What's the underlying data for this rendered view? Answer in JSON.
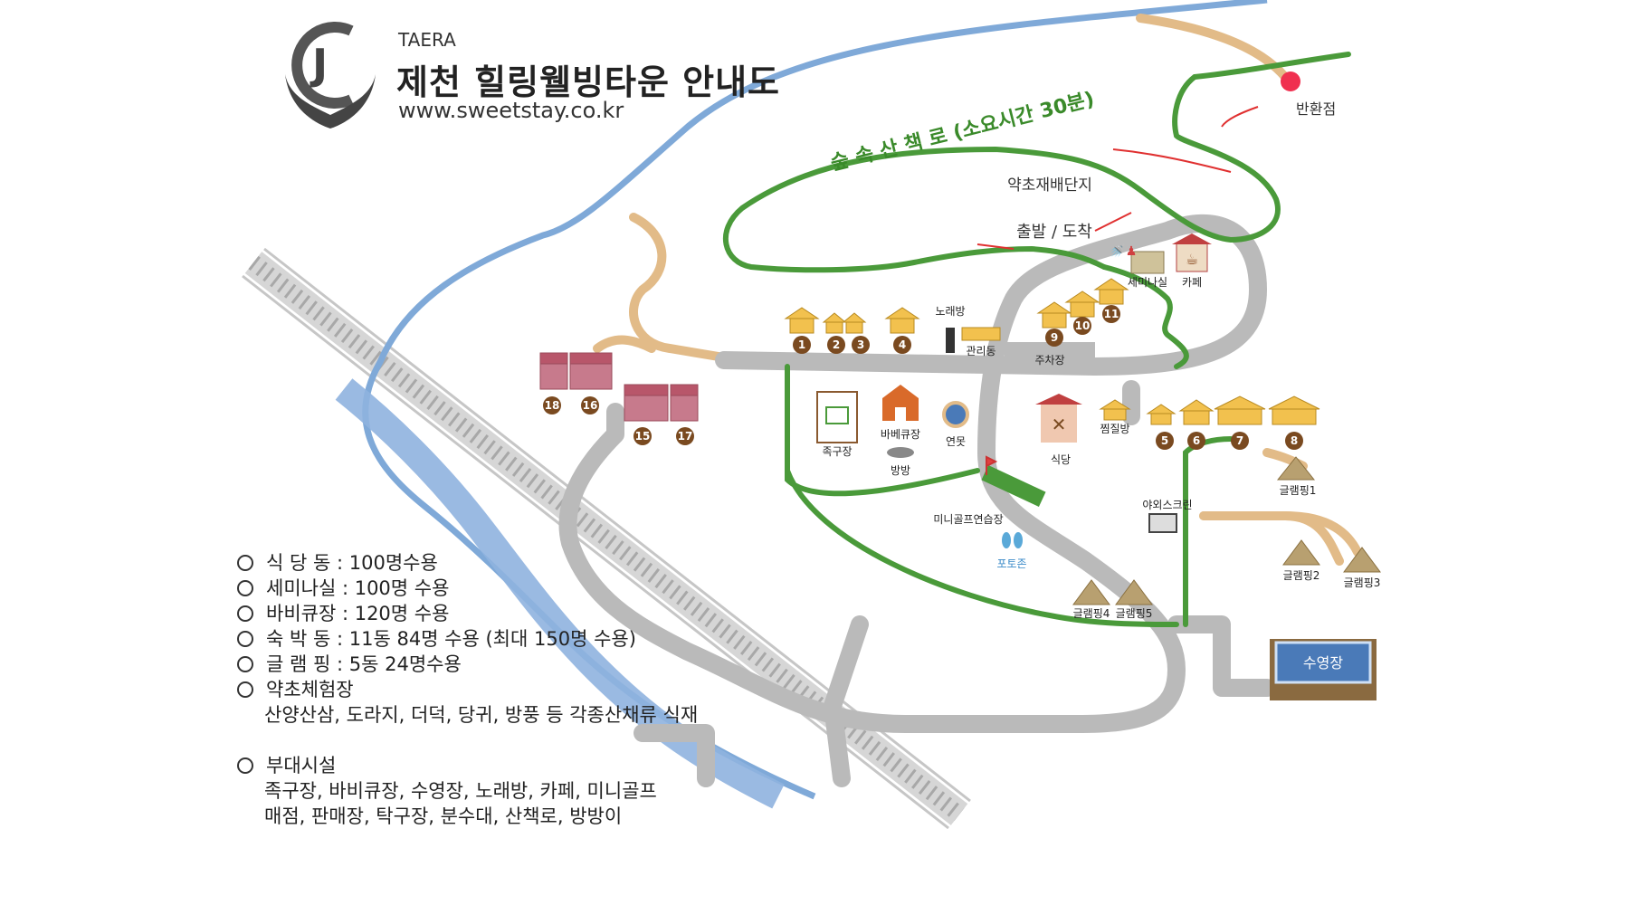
{
  "header": {
    "subtitle": "TAERA",
    "title": "제천 힐링웰빙타운 안내도",
    "url": "www.sweetstay.co.kr",
    "logo_letter": "J",
    "logo_icon": "cj-hands-logo"
  },
  "colors": {
    "trail": "#4a9a3a",
    "road": "#b8b8b8",
    "river": "#7fa9d8",
    "path": "#e2bb88",
    "house": "#f2c14e",
    "brick": "#b8566a",
    "pool": "#4a7ab8",
    "badge": "#7a4a20"
  },
  "map": {
    "trail_label": "숲 속 산 책 로 (소요시간 30분)",
    "turnaround": "반환점",
    "herb_field": "약초재배단지",
    "start_end": "출발 / 도착",
    "seminar": "세미나실",
    "cafe": "카페",
    "karaoke": "노래방",
    "office": "관리동",
    "parking": "주차장",
    "foot_volleyball": "족구장",
    "bbq": "바베큐장",
    "trampoline": "방방",
    "pond": "연못",
    "restaurant": "식당",
    "sauna": "찜질방",
    "outdoor_screen": "야외스크린",
    "mini_golf": "미니골프연습장",
    "photo_zone": "포토존",
    "pool": "수영장",
    "glamping": [
      "글램핑1",
      "글램핑2",
      "글램핑3",
      "글램핑4",
      "글램핑5"
    ],
    "numbers": [
      "1",
      "2",
      "3",
      "4",
      "5",
      "6",
      "7",
      "8",
      "9",
      "10",
      "11",
      "15",
      "16",
      "17",
      "18"
    ]
  },
  "info": {
    "lines": [
      "식 당 동 : 100명수용",
      "세미나실 : 100명 수용",
      "바비큐장 : 120명 수용",
      "숙 박 동 : 11동 84명 수용 (최대 150명 수용)",
      "글 램 핑 : 5동 24명수용",
      "약초체험장"
    ],
    "herb_detail": "산양산삼, 도라지, 더덕, 당귀, 방풍 등 각종산채류 식재",
    "facilities_heading": "부대시설",
    "facilities": [
      "족구장, 바비큐장, 수영장, 노래방, 카페, 미니골프",
      "매점, 판매장, 탁구장, 분수대, 산책로, 방방이"
    ]
  }
}
